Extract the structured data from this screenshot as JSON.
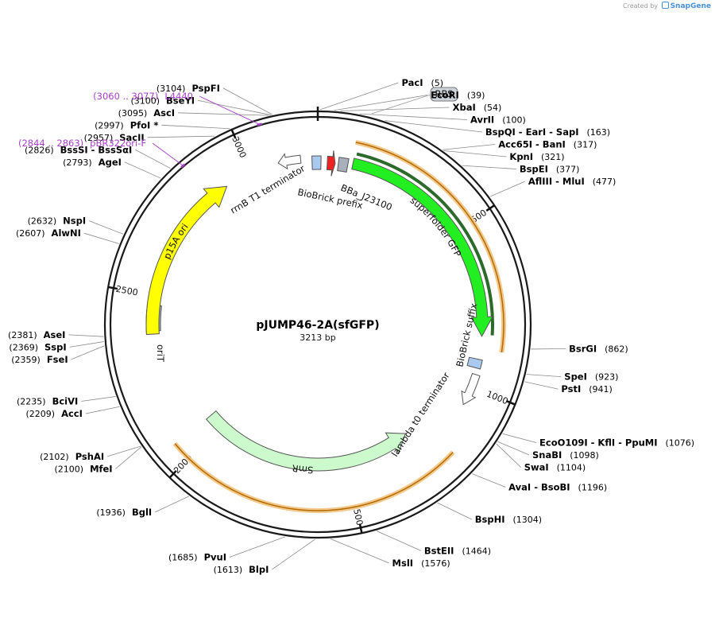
{
  "credit": {
    "prefix": "Created by",
    "brand": "SnapGene"
  },
  "plasmid": {
    "name": "pJUMP46-2A(sfGFP)",
    "size_label": "3213 bp",
    "length": 3213
  },
  "ticks": [
    {
      "bp": 500,
      "label": "500"
    },
    {
      "bp": 1000,
      "label": "1000"
    },
    {
      "bp": 1500,
      "label": "1500"
    },
    {
      "bp": 2000,
      "label": "2000"
    },
    {
      "bp": 2500,
      "label": "2500"
    },
    {
      "bp": 3000,
      "label": "3000"
    }
  ],
  "sites": [
    {
      "bp": 5,
      "name": "PacI",
      "pos": "(5)",
      "side": "r"
    },
    {
      "bp": 39,
      "name": "EcoRI",
      "pos": "(39)",
      "side": "r"
    },
    {
      "bp": 54,
      "name": "XbaI",
      "pos": "(54)",
      "side": "r"
    },
    {
      "bp": 100,
      "name": "AvrII",
      "pos": "(100)",
      "side": "r"
    },
    {
      "bp": 163,
      "name": "BspQI  -  EarI  -  SapI",
      "pos": "(163)",
      "side": "r"
    },
    {
      "bp": 317,
      "name": "Acc65I  -  BanI",
      "pos": "(317)",
      "side": "r"
    },
    {
      "bp": 321,
      "name": "KpnI",
      "pos": "(321)",
      "side": "r"
    },
    {
      "bp": 377,
      "name": "BspEI",
      "pos": "(377)",
      "side": "r"
    },
    {
      "bp": 477,
      "name": "AflIII  -  MluI",
      "pos": "(477)",
      "side": "r"
    },
    {
      "bp": 862,
      "name": "BsrGI",
      "pos": "(862)",
      "side": "r"
    },
    {
      "bp": 923,
      "name": "SpeI",
      "pos": "(923)",
      "side": "r"
    },
    {
      "bp": 941,
      "name": "PstI",
      "pos": "(941)",
      "side": "r"
    },
    {
      "bp": 1076,
      "name": "EcoO109I  -  KflI  -  PpuMI",
      "pos": "(1076)",
      "side": "r"
    },
    {
      "bp": 1098,
      "name": "SnaBI",
      "pos": "(1098)",
      "side": "r"
    },
    {
      "bp": 1104,
      "name": "SwaI",
      "pos": "(1104)",
      "side": "r"
    },
    {
      "bp": 1196,
      "name": "AvaI  -  BsoBI",
      "pos": "(1196)",
      "side": "r"
    },
    {
      "bp": 1304,
      "name": "BspHI",
      "pos": "(1304)",
      "side": "r"
    },
    {
      "bp": 1464,
      "name": "BstEII",
      "pos": "(1464)",
      "side": "r"
    },
    {
      "bp": 1576,
      "name": "MslI",
      "pos": "(1576)",
      "side": "r"
    },
    {
      "bp": 1613,
      "name": "BlpI",
      "pos": "(1613)",
      "side": "l"
    },
    {
      "bp": 1685,
      "name": "PvuI",
      "pos": "(1685)",
      "side": "l"
    },
    {
      "bp": 1936,
      "name": "BglI",
      "pos": "(1936)",
      "side": "l"
    },
    {
      "bp": 2100,
      "name": "MfeI",
      "pos": "(2100)",
      "side": "l"
    },
    {
      "bp": 2102,
      "name": "PshAI",
      "pos": "(2102)",
      "side": "l"
    },
    {
      "bp": 2209,
      "name": "AccI",
      "pos": "(2209)",
      "side": "l"
    },
    {
      "bp": 2235,
      "name": "BciVI",
      "pos": "(2235)",
      "side": "l"
    },
    {
      "bp": 2359,
      "name": "FseI",
      "pos": "(2359)",
      "side": "l"
    },
    {
      "bp": 2369,
      "name": "SspI",
      "pos": "(2369)",
      "side": "l"
    },
    {
      "bp": 2381,
      "name": "AseI",
      "pos": "(2381)",
      "side": "l"
    },
    {
      "bp": 2607,
      "name": "AlwNI",
      "pos": "(2607)",
      "side": "l"
    },
    {
      "bp": 2632,
      "name": "NspI",
      "pos": "(2632)",
      "side": "l"
    },
    {
      "bp": 2793,
      "name": "AgeI",
      "pos": "(2793)",
      "side": "l"
    },
    {
      "bp": 2826,
      "name": "BssSI  -  BssSαI",
      "pos": "(2826)",
      "side": "l"
    },
    {
      "bp": 2957,
      "name": "SacII",
      "pos": "(2957)",
      "side": "l"
    },
    {
      "bp": 2997,
      "name": "PfoI *",
      "pos": "(2997)",
      "side": "l"
    },
    {
      "bp": 3095,
      "name": "AscI",
      "pos": "(3095)",
      "side": "l"
    },
    {
      "bp": 3100,
      "name": "BseYI",
      "pos": "(3100)",
      "side": "l"
    },
    {
      "bp": 3104,
      "name": "PspFI",
      "pos": "(3104)",
      "side": "l"
    }
  ],
  "primers": [
    {
      "label": "L4440",
      "range": "(3060 .. 3077)",
      "bp": 3068
    },
    {
      "label": "pBR322ori-F",
      "range": "(2844 .. 2863)",
      "bp": 2853
    }
  ],
  "features": [
    {
      "label": "superfolder GFP",
      "start": 110,
      "end": 840,
      "color": "#22ee22",
      "type": "cds"
    },
    {
      "label": "lambda t0 terminator",
      "start": 960,
      "end": 1060,
      "color": "#ffffff",
      "type": "term"
    },
    {
      "label": "SmR",
      "start": 1260,
      "end": 2050,
      "color": "#ccfacc",
      "type": "cds"
    },
    {
      "label": "oriT",
      "start": 2390,
      "end": 2470,
      "color": "#aab0bb",
      "type": "box"
    },
    {
      "label": "p15A ori",
      "start": 2380,
      "end": 2915,
      "color": "#ffff00",
      "type": "cds"
    },
    {
      "label": "rrnB T1 terminator",
      "start": 3090,
      "end": 3160,
      "color": "#ffffff",
      "type": "term"
    },
    {
      "label": "BioBrick prefix",
      "start": 3195,
      "end": 10,
      "color": "#a9c9ee",
      "type": "box"
    },
    {
      "label": "RBS",
      "start": 30,
      "end": 55,
      "color": "#ee2222",
      "type": "rbs"
    },
    {
      "label": "BBa_J23100",
      "start": 65,
      "end": 95,
      "color": "#aab0bb",
      "type": "box"
    },
    {
      "label": "BioBrick suffix",
      "start": 912,
      "end": 940,
      "color": "#a9c9ee",
      "type": "box"
    }
  ],
  "orange_arcs": [
    {
      "start": 105,
      "end": 880
    },
    {
      "start": 1190,
      "end": 2055
    }
  ]
}
